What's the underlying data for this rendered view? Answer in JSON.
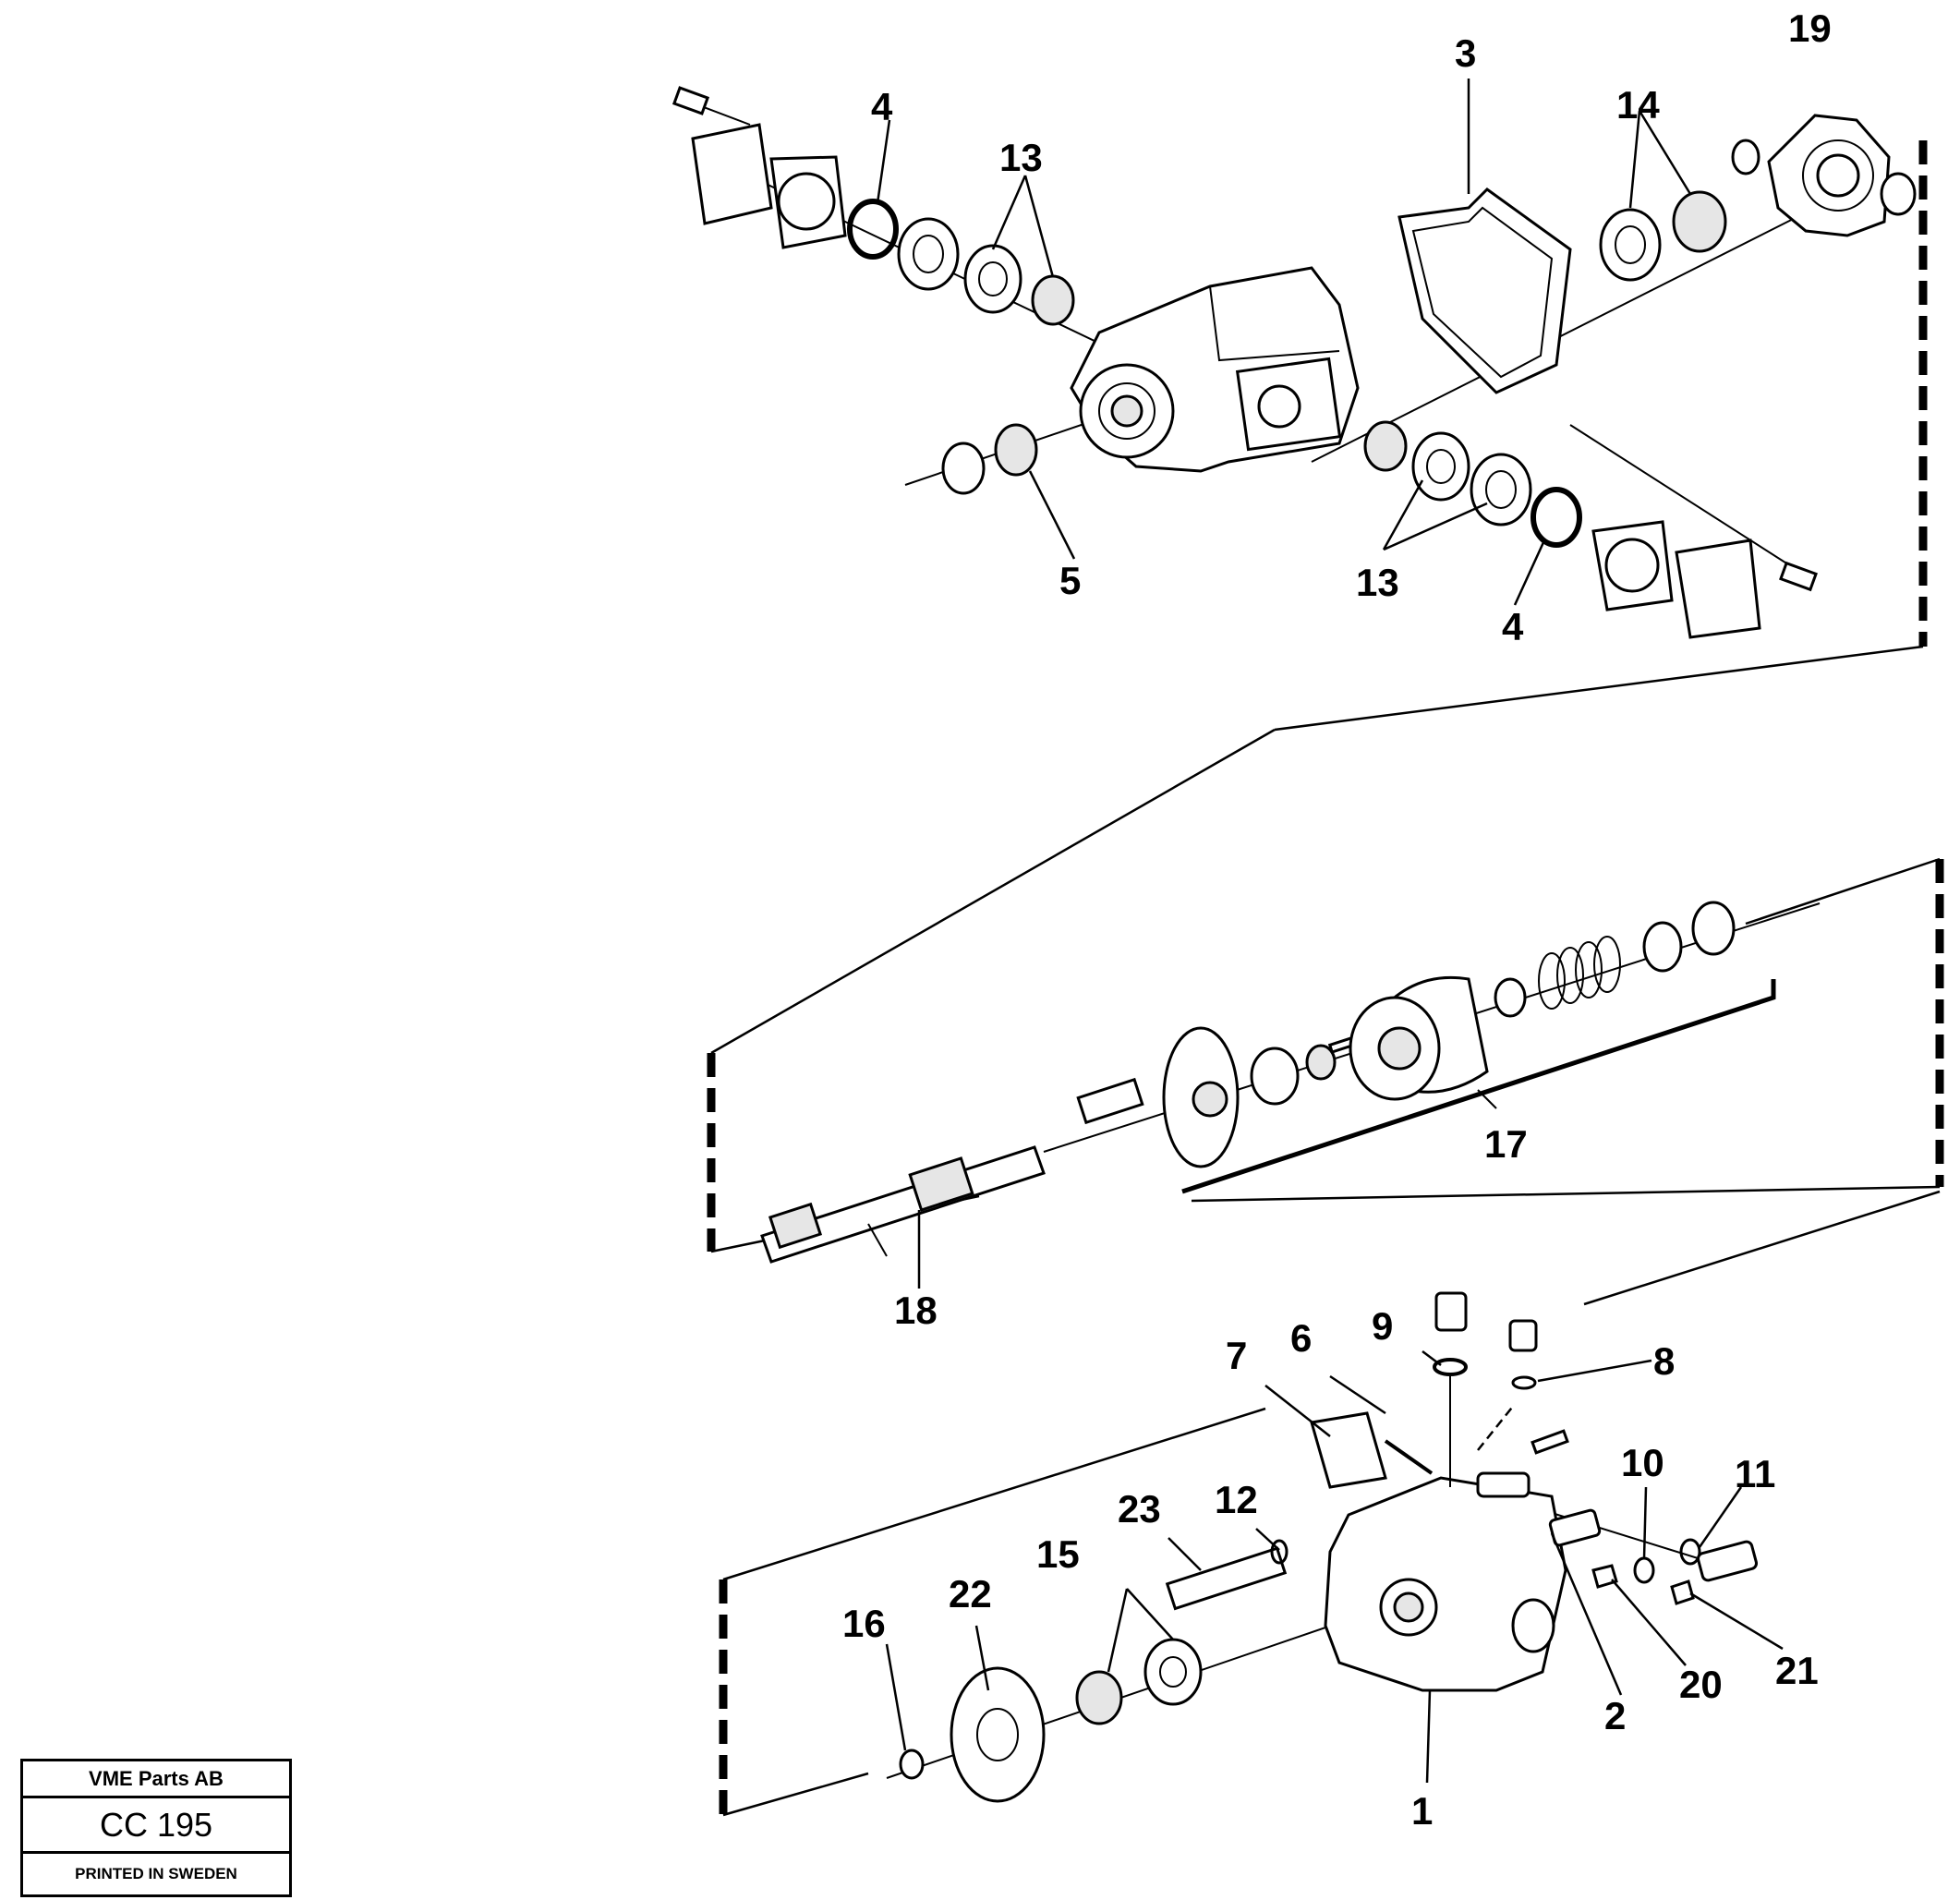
{
  "stamp": {
    "company": "VME Parts AB",
    "code": "CC 195",
    "printed": "PRINTED IN SWEDEN"
  },
  "callouts": [
    "1",
    "2",
    "3",
    "4",
    "4",
    "5",
    "6",
    "7",
    "8",
    "9",
    "10",
    "11",
    "12",
    "13",
    "13",
    "14",
    "15",
    "16",
    "17",
    "18",
    "19",
    "20",
    "21",
    "22",
    "23"
  ]
}
